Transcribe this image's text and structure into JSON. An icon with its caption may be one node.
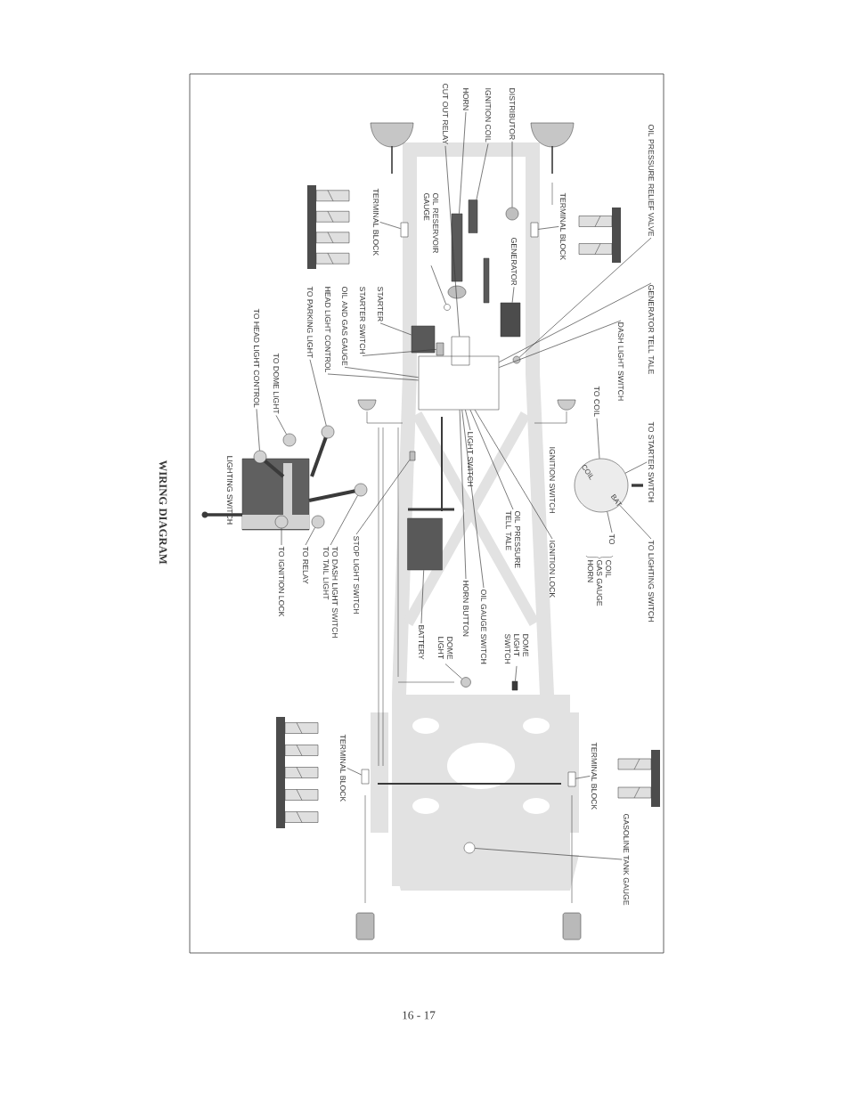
{
  "diagram": {
    "title": "WIRING DIAGRAM",
    "nodes": [
      {
        "text": [
          "OIL PRESSURE RELIEF VALVE"
        ]
      },
      {
        "text": [
          "GENERATOR TELL TALE"
        ]
      },
      {
        "text": [
          "DASH LIGHT SWITCH"
        ]
      },
      {
        "text": [
          "TO COIL"
        ]
      },
      {
        "text": [
          "TO STARTER SWITCH"
        ]
      },
      {
        "text": [
          "IGNITION LOCK"
        ]
      },
      {
        "text": [
          "OIL PRESSURE TELL TALE"
        ]
      },
      {
        "text": [
          "TO",
          "COIL",
          "GAS GAUGE",
          "HORN"
        ]
      },
      {
        "text": [
          "TO LIGHTING SWITCH"
        ]
      },
      {
        "text": [
          "LIGHT SWITCH"
        ]
      },
      {
        "text": [
          "HORN BUTTON"
        ]
      },
      {
        "text": [
          "OIL GAUGE SWITCH"
        ]
      },
      {
        "text": [
          "DOME LIGHT SWITCH"
        ]
      },
      {
        "text": [
          "DOME LIGHT"
        ]
      },
      {
        "text": [
          "BATTERY"
        ]
      },
      {
        "text": [
          "DISTRIBUTOR"
        ]
      },
      {
        "text": [
          "IGNITION COIL"
        ]
      },
      {
        "text": [
          "HORN"
        ]
      },
      {
        "text": [
          "CUT OUT RELAY"
        ]
      },
      {
        "text": [
          "TERMINAL BLOCK"
        ]
      },
      {
        "text": [
          "GENERATOR"
        ]
      },
      {
        "text": [
          "TERMINAL BLOCK"
        ]
      },
      {
        "text": [
          "OIL RESERVOIR GAUGE"
        ]
      },
      {
        "text": [
          "STARTER"
        ]
      },
      {
        "text": [
          "STARTER SWITCH"
        ]
      },
      {
        "text": [
          "OIL AND GAS GAUGE"
        ]
      },
      {
        "text": [
          "HEAD LIGHT CONTROL"
        ]
      },
      {
        "text": [
          "TO PARKING LIGHT"
        ]
      },
      {
        "text": [
          "TO DOME LIGHT"
        ]
      },
      {
        "text": [
          "TO HEAD LIGHT CONTROL"
        ]
      },
      {
        "text": [
          "TO IGNITION LOCK"
        ]
      },
      {
        "text": [
          "TO RELAY"
        ]
      },
      {
        "text": [
          "TO DASH LIGHT SWITCH",
          "TO TAIL LIGHT"
        ]
      },
      {
        "text": [
          "STOP LIGHT SWITCH"
        ]
      },
      {
        "text": [
          "TERMINAL BLOCK"
        ]
      },
      {
        "text": [
          "TERMINAL BLOCK"
        ]
      },
      {
        "text": [
          "GASOLINE TANK GAUGE"
        ]
      },
      {
        "text": [],
        "shape": "circle"
      },
      {
        "text": [],
        "shape": "box"
      },
      {
        "text": [
          "COIL",
          "BAT"
        ],
        "beside": [
          "IGNITION SWITCH"
        ]
      },
      {
        "text": [],
        "shape": "box"
      },
      {
        "text": [],
        "shape": "circle"
      },
      {
        "text": [],
        "shape": "box"
      },
      {
        "text": [],
        "shape": "circle"
      },
      {
        "text": [],
        "shape": "box"
      },
      {
        "text": [],
        "shape": "box"
      },
      {
        "text": [],
        "shape": "box"
      },
      {
        "text": [],
        "shape": "box"
      },
      {
        "text": [],
        "shape": "box"
      },
      {
        "text": [],
        "shape": "box"
      },
      {
        "text": [],
        "shape": "circle"
      },
      {
        "text": [],
        "shape": "box"
      },
      {
        "text": [],
        "shape": "circle"
      },
      {
        "text": [],
        "shape": "circle"
      },
      {
        "text": [],
        "shape": "circle"
      },
      {
        "text": [],
        "shape": "circle"
      },
      {
        "text": [],
        "shape": "circle"
      },
      {
        "text": [],
        "shape": "circle"
      },
      {
        "text": [],
        "shape": "box"
      },
      {
        "text": [],
        "shape": "box"
      },
      {
        "text": [],
        "shape": "box"
      },
      {
        "text": [],
        "shape": "circle"
      },
      {
        "text": [],
        "shape": "box"
      }
    ],
    "edges": [
      {
        "from": 0,
        "to": 37,
        "arrow": "none"
      },
      {
        "from": 1,
        "to": 38,
        "arrow": "none"
      },
      {
        "from": 2,
        "to": 38,
        "arrow": "none"
      },
      {
        "from": 3,
        "to": 39,
        "arrow": "none"
      },
      {
        "from": 4,
        "to": 39,
        "arrow": "none"
      },
      {
        "from": 5,
        "to": 38,
        "arrow": "none"
      },
      {
        "from": 6,
        "to": 38,
        "arrow": "none"
      },
      {
        "from": 7,
        "to": 39,
        "arrow": "none"
      },
      {
        "from": 8,
        "to": 39,
        "arrow": "none"
      },
      {
        "from": 9,
        "to": 38,
        "arrow": "none"
      },
      {
        "from": 10,
        "to": 38,
        "arrow": "none"
      },
      {
        "from": 11,
        "to": 38,
        "arrow": "none"
      },
      {
        "from": 12,
        "to": 42,
        "arrow": "none"
      },
      {
        "from": 13,
        "to": 41,
        "arrow": "none"
      },
      {
        "from": 14,
        "to": 40,
        "arrow": "none"
      },
      {
        "from": 15,
        "to": 43,
        "arrow": "none"
      },
      {
        "from": 16,
        "to": 44,
        "arrow": "none"
      },
      {
        "from": 17,
        "to": 45,
        "arrow": "none"
      },
      {
        "from": 18,
        "to": 46,
        "arrow": "none"
      },
      {
        "from": 19,
        "to": 47,
        "arrow": "none"
      },
      {
        "from": 20,
        "to": 48,
        "arrow": "none"
      },
      {
        "from": 21,
        "to": 49,
        "arrow": "none"
      },
      {
        "from": 22,
        "to": 50,
        "arrow": "none"
      },
      {
        "from": 23,
        "to": 51,
        "arrow": "none"
      },
      {
        "from": 24,
        "to": 62,
        "arrow": "none"
      },
      {
        "from": 25,
        "to": 38,
        "arrow": "none"
      },
      {
        "from": 26,
        "to": 38,
        "arrow": "none"
      },
      {
        "from": 27,
        "to": 52,
        "arrow": "none"
      },
      {
        "from": 28,
        "to": 53,
        "arrow": "none"
      },
      {
        "from": 29,
        "to": 54,
        "arrow": "none"
      },
      {
        "from": 30,
        "to": 55,
        "arrow": "none"
      },
      {
        "from": 31,
        "to": 56,
        "arrow": "none"
      },
      {
        "from": 32,
        "to": 57,
        "arrow": "none"
      },
      {
        "from": 33,
        "to": 58,
        "arrow": "none"
      },
      {
        "from": 34,
        "to": 59,
        "arrow": "none"
      },
      {
        "from": 35,
        "to": 60,
        "arrow": "none"
      },
      {
        "from": 36,
        "to": 61,
        "arrow": "none"
      }
    ],
    "labels": [
      "LIGHTING SWITCH",
      "16 - 17"
    ]
  }
}
